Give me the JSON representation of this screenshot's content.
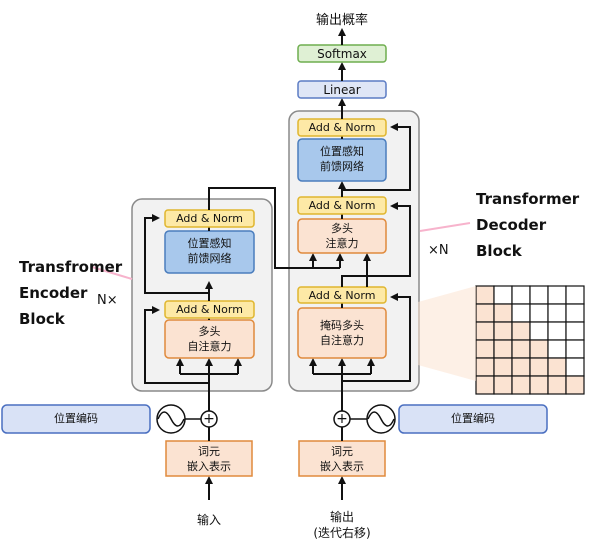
{
  "diagram": {
    "output_probs": "输出概率",
    "softmax": "Softmax",
    "linear": "Linear",
    "add_norm": "Add & Norm",
    "ffn_line1": "位置感知",
    "ffn_line2": "前馈网络",
    "multihead_line1": "多头",
    "multihead_line2": "注意力",
    "self_attn_line1": "多头",
    "self_attn_line2": "自注意力",
    "masked_attn_line1": "掩码多头",
    "masked_attn_line2": "自注意力",
    "embed_line1": "词元",
    "embed_line2": "嵌入表示",
    "positional_encoding": "位置编码",
    "input_label": "输入",
    "output_label_line1": "输出",
    "output_label_line2": "(迭代右移)",
    "encoder_repeat": "N×",
    "decoder_repeat": "×N",
    "encoder_block_title": [
      "Transfromer",
      "Encoder",
      "Block"
    ],
    "decoder_block_title": [
      "Transformer",
      "Decoder",
      "Block"
    ],
    "plus_symbol": "+"
  },
  "colors": {
    "block_bg": "#f2f2f2",
    "block_border": "#8a8a8a",
    "add_norm_fill": "#fde9a6",
    "add_norm_border": "#e0b62e",
    "ffn_fill": "#a8c8ec",
    "ffn_border": "#4a7dbd",
    "attn_fill": "#fbe3d2",
    "attn_border": "#e08a3c",
    "softmax_fill": "#dff0d4",
    "softmax_border": "#6fae4f",
    "linear_fill": "#dfe6f6",
    "linear_border": "#5c7cc4",
    "pos_enc_fill": "#d9e2f6",
    "pos_enc_border": "#4a6fc0",
    "mask_fill": "#fbe3d2",
    "mask_empty": "#ffffff",
    "pink_line": "#f7b3cc"
  },
  "mask_grid_size": 6
}
